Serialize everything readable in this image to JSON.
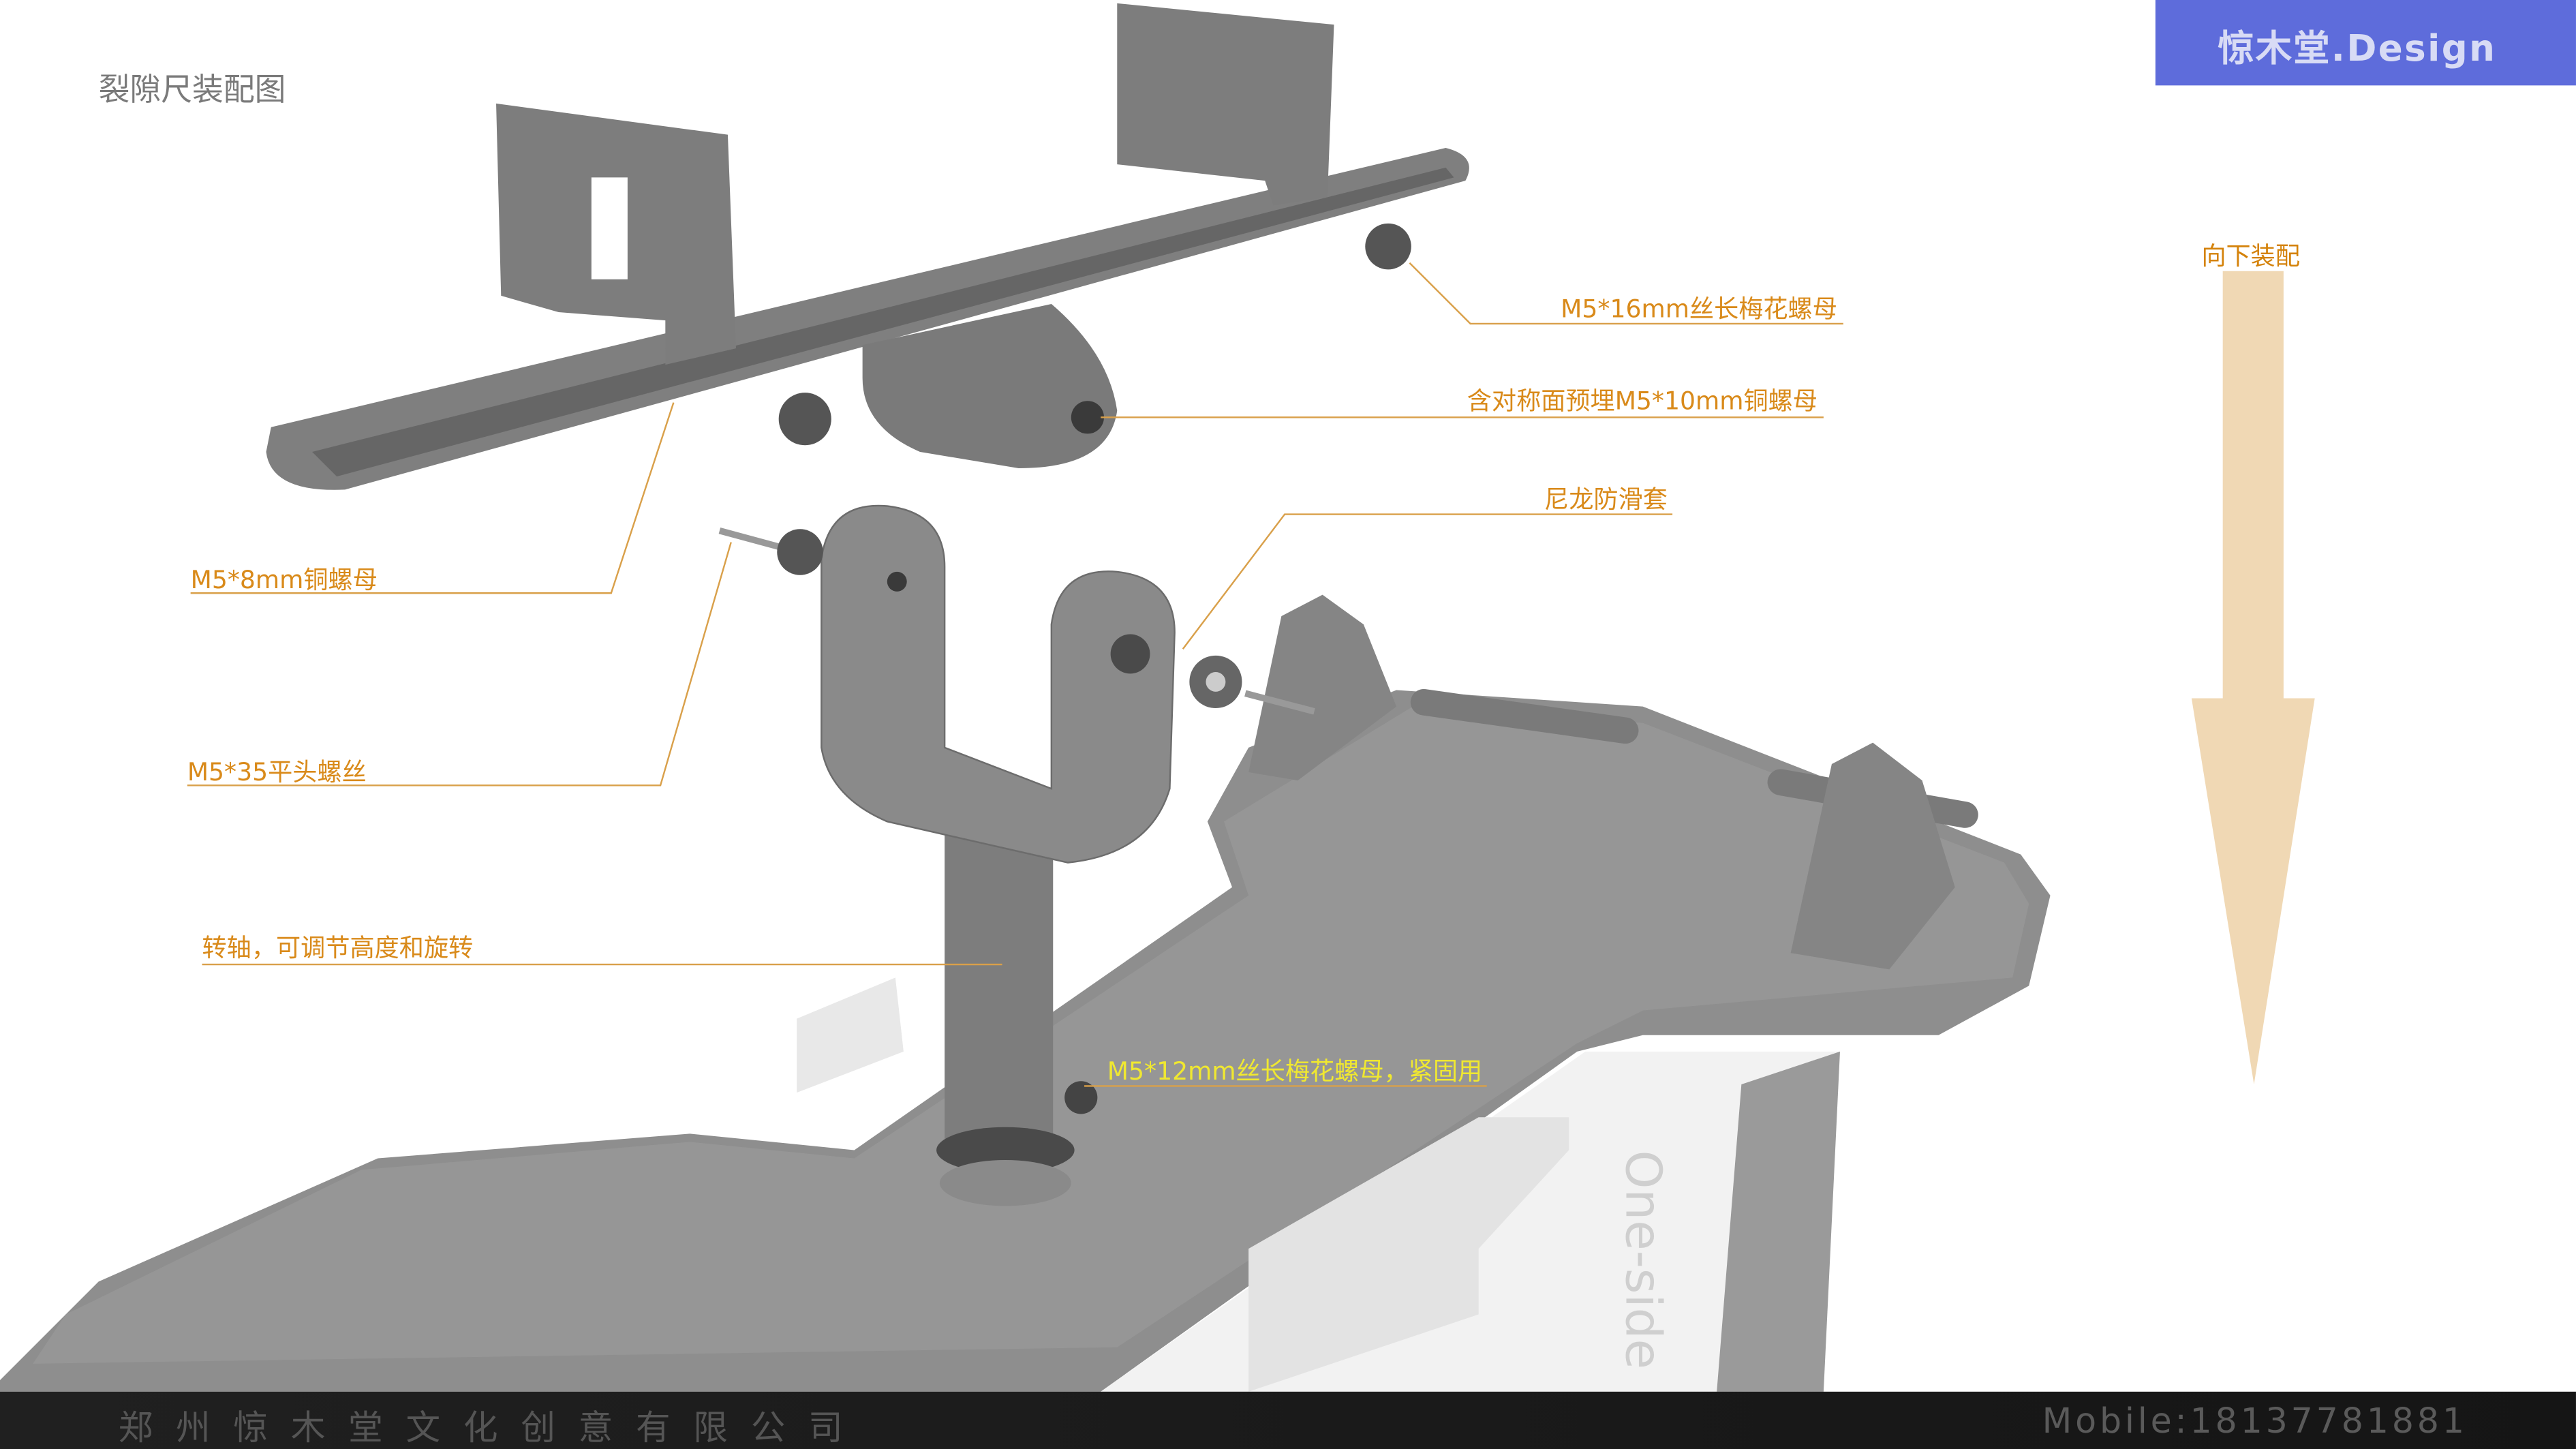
{
  "title": "裂隙尺装配图",
  "brand": {
    "name": "惊木堂.Design",
    "color": "#5e6cdb"
  },
  "direction": {
    "label": "向下装配",
    "arrow_icon": "arrow-down-icon",
    "arrow_color": "#f0d8b4"
  },
  "callouts": [
    {
      "text": "M5*16mm丝长梅花螺母"
    },
    {
      "text": "含对称面预埋M5*10mm铜螺母"
    },
    {
      "text": "尼龙防滑套"
    },
    {
      "text": "M5*8mm铜螺母"
    },
    {
      "text": "M5*35平头螺丝"
    },
    {
      "text": "转轴，可调节高度和旋转"
    },
    {
      "text": "M5*12mm丝长梅花螺母，紧固用"
    }
  ],
  "product_marking": "One-side",
  "colors": {
    "callout": "#d98a1a",
    "highlight_callout": "#f0e830"
  },
  "footer": {
    "company": "郑州惊木堂文化创意有限公司",
    "mobile": "Mobile:18137781881"
  }
}
